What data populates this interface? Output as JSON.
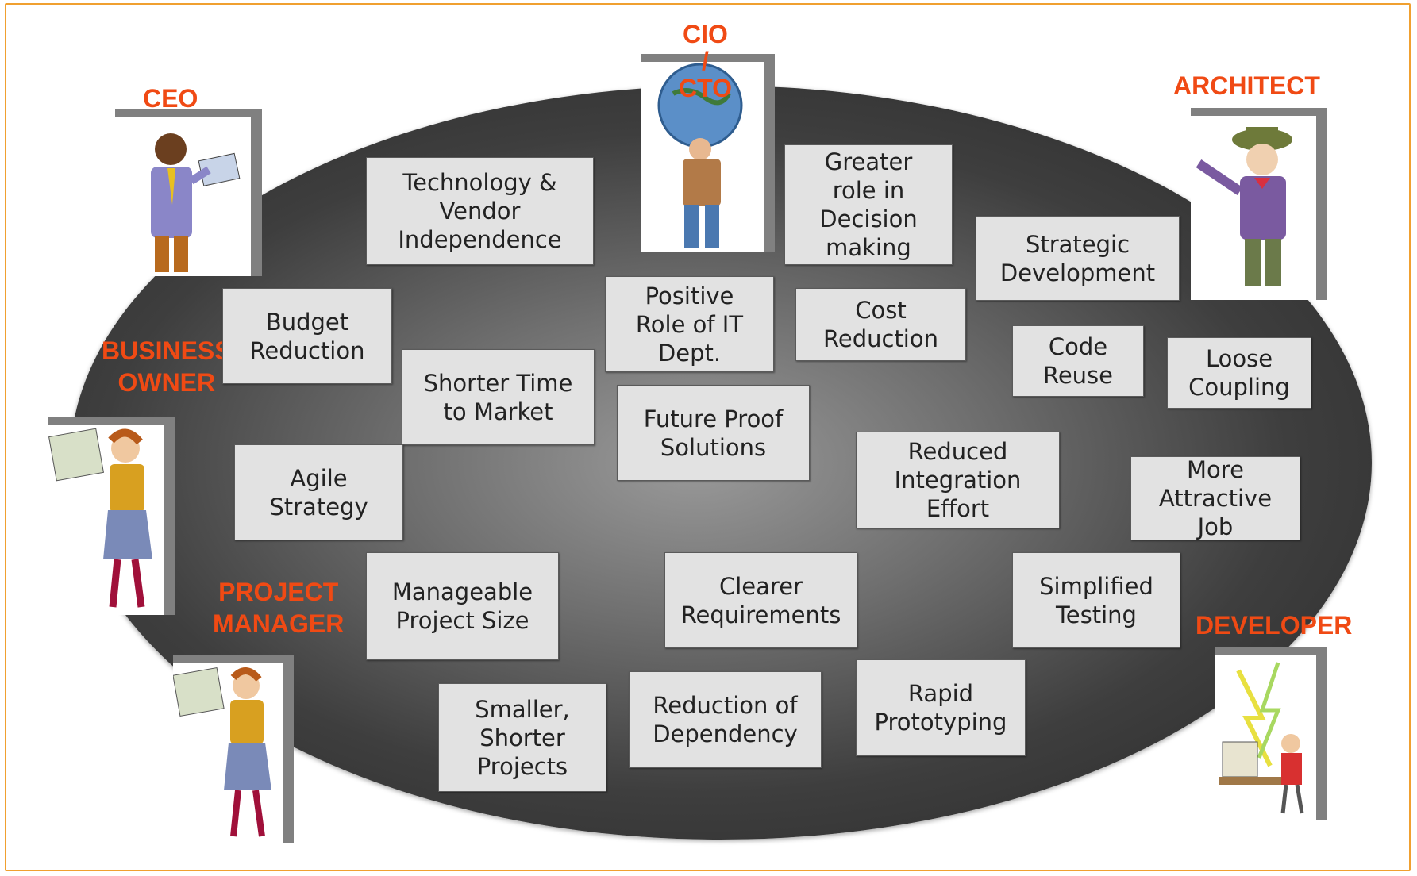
{
  "roles": {
    "ceo": "CEO",
    "cio": "CIO\n/\nCTO",
    "architect": "ARCHITECT",
    "business_owner": "BUSINESS\nOWNER",
    "project_manager": "PROJECT\nMANAGER",
    "developer": "DEVELOPER"
  },
  "benefits": [
    "Technology &\nVendor\nIndependence",
    "Greater\nrole in\nDecision\nmaking",
    "Strategic\nDevelopment",
    "Budget\nReduction",
    "Positive\nRole of IT\nDept.",
    "Cost\nReduction",
    "Code\nReuse",
    "Loose\nCoupling",
    "Shorter Time\nto Market",
    "Future Proof\nSolutions",
    "Reduced\nIntegration\nEffort",
    "More\nAttractive\nJob",
    "Agile\nStrategy",
    "Manageable\nProject Size",
    "Clearer\nRequirements",
    "Simplified\nTesting",
    "Smaller,\nShorter\nProjects",
    "Reduction of\nDependency",
    "Rapid\nPrototyping"
  ],
  "colors": {
    "role_text": "#f04a14",
    "frame": "#f0a030",
    "box_fill": "#e2e2e2"
  }
}
